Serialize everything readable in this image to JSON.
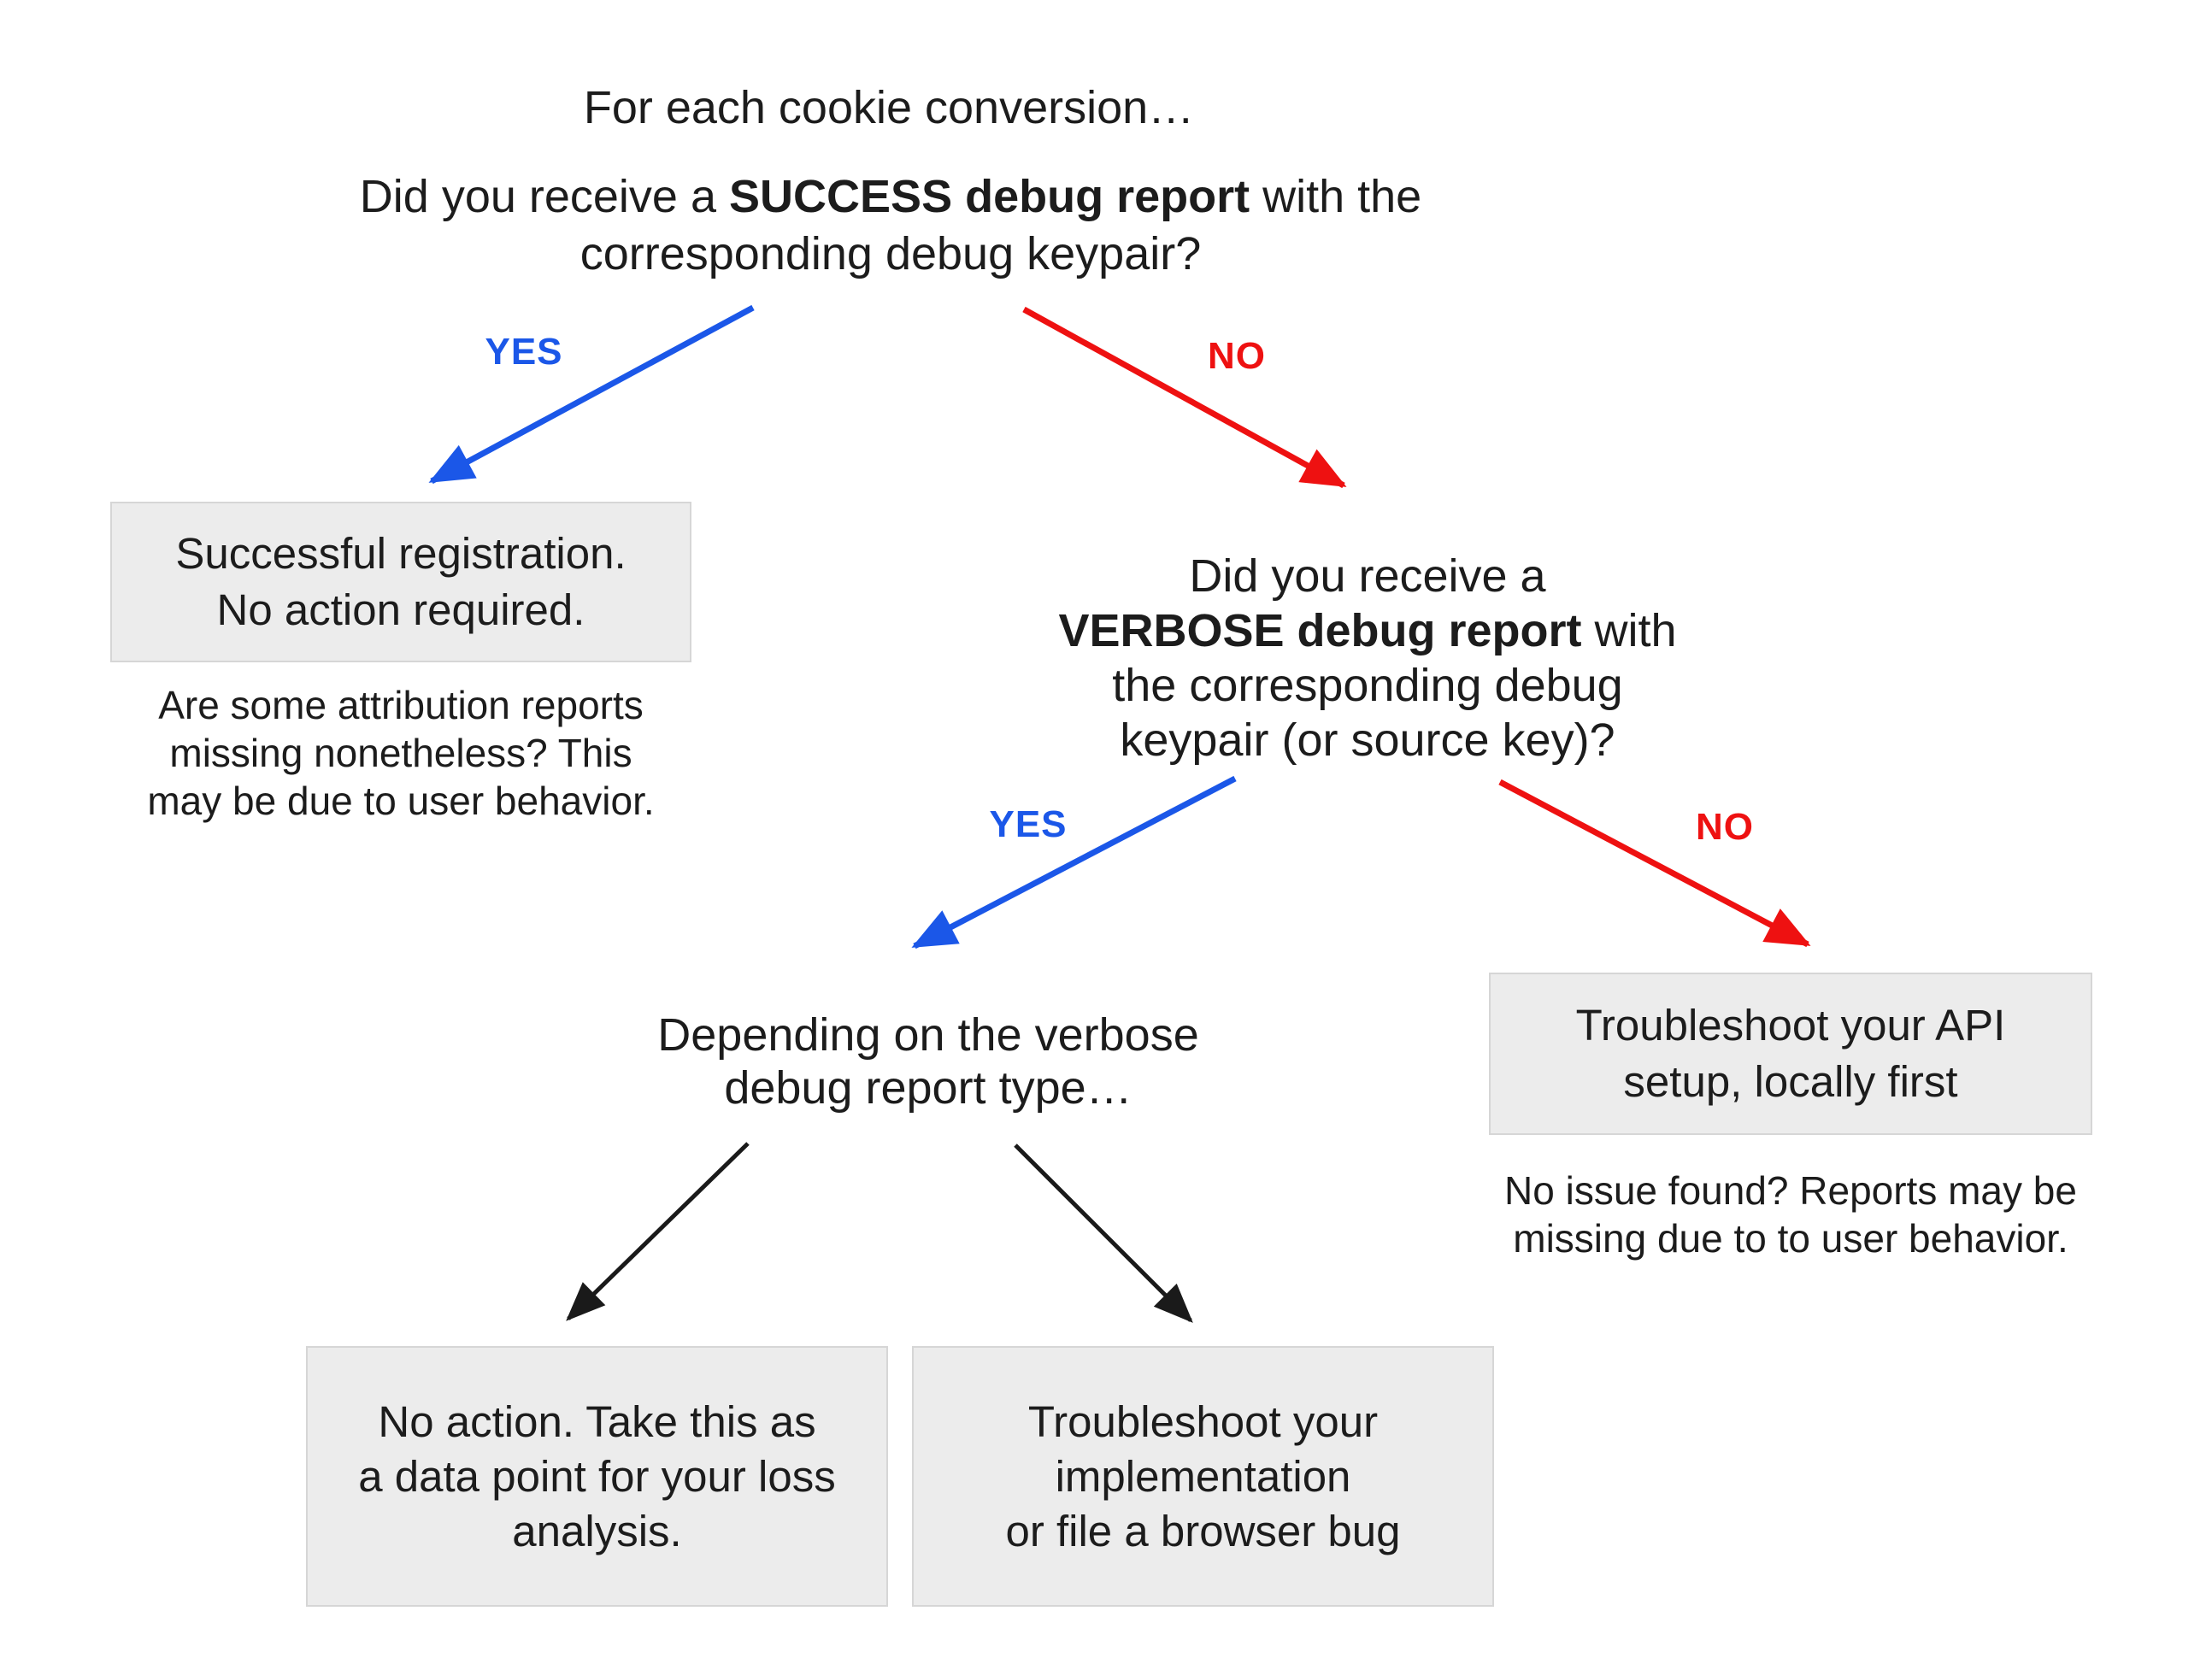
{
  "colors": {
    "yes_blue": "#1b57e8",
    "no_red": "#ee1111",
    "arrow_black": "#1a1a1a",
    "box_bg": "#ececec",
    "box_border": "#d6d6d6",
    "text": "#1c1c1c"
  },
  "intro": {
    "text": "For each cookie conversion…"
  },
  "q1": {
    "line1_pre": "Did you receive a",
    "line1_bold": "SUCCESS debug report",
    "line1_post": "with the",
    "line2": "corresponding debug keypair?"
  },
  "branch1": {
    "yes_label": "YES",
    "no_label": "NO"
  },
  "success_box": {
    "line1": "Successful registration.",
    "line2": "No action required."
  },
  "left_note": {
    "line1": "Are some attribution reports",
    "line2": "missing nonetheless? This",
    "line3": "may be due to user behavior."
  },
  "q2": {
    "line1": "Did you receive a",
    "line2_bold": "VERBOSE debug report",
    "line2_post": "with",
    "line3": "the corresponding debug",
    "line4": "keypair (or source key)?"
  },
  "branch2": {
    "yes_label": "YES",
    "no_label": "NO"
  },
  "depending": {
    "line1": "Depending on the verbose",
    "line2": "debug report type…"
  },
  "api_box": {
    "line1": "Troubleshoot your API",
    "line2": "setup, locally first"
  },
  "right_note": {
    "line1": "No issue found? Reports may be",
    "line2": "missing due to to user behavior."
  },
  "loss_box": {
    "line1": "No action. Take this as",
    "line2": "a data point for your loss",
    "line3": "analysis."
  },
  "impl_box": {
    "line1": "Troubleshoot your",
    "line2": "implementation",
    "line3": "or file a browser bug"
  }
}
